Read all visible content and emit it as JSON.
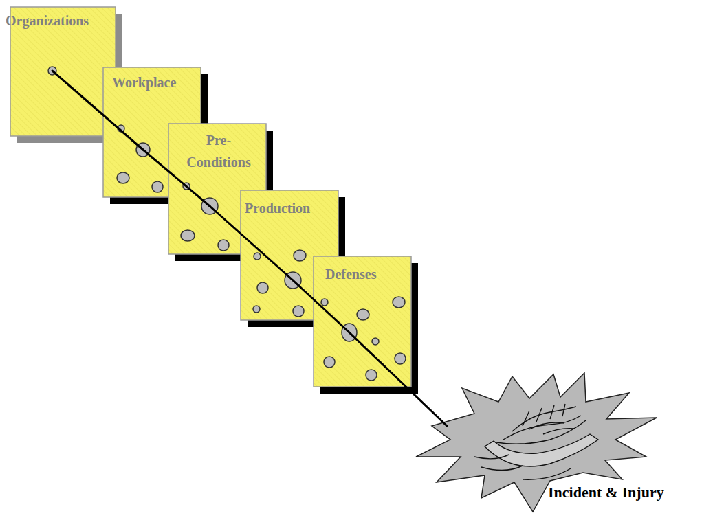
{
  "diagram": {
    "nodes": [
      {
        "text": [
          "Organizations"
        ]
      },
      {
        "text": [
          "Workplace"
        ]
      },
      {
        "text": [
          "Pre- Conditions"
        ]
      },
      {
        "text": [
          "Production"
        ]
      },
      {
        "text": [
          "Defenses"
        ]
      },
      {
        "text": [
          "Incident & Injury"
        ]
      }
    ],
    "edges": [
      {
        "from": 0,
        "to": 1,
        "arrow": "none"
      },
      {
        "from": 1,
        "to": 2,
        "arrow": "none"
      },
      {
        "from": 2,
        "to": 3,
        "arrow": "none"
      },
      {
        "from": 3,
        "to": 4,
        "arrow": "none"
      },
      {
        "from": 4,
        "to": 5,
        "arrow": "none"
      }
    ]
  }
}
